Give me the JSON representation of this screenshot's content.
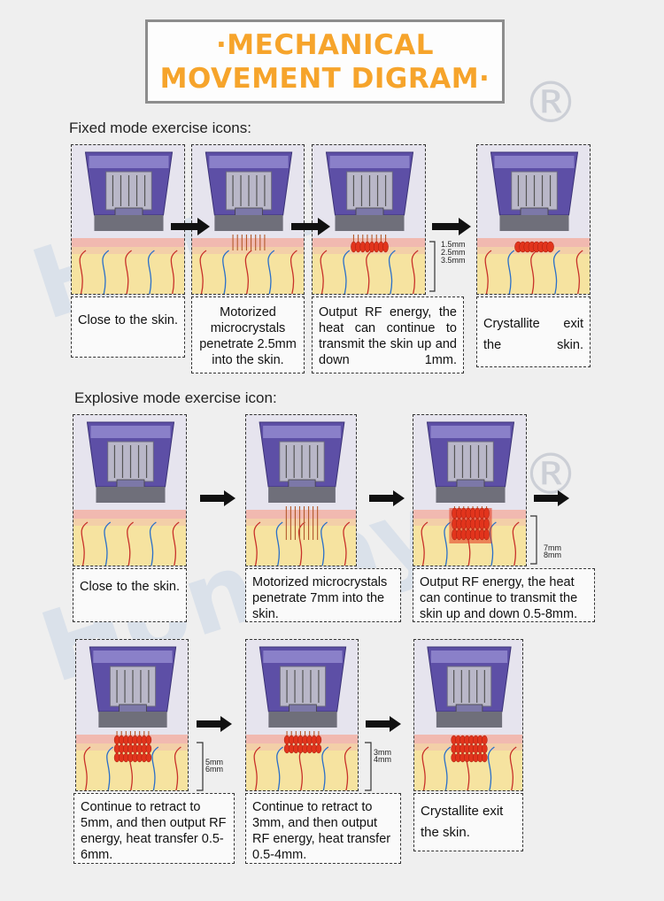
{
  "title": {
    "line1": "·MECHANICAL",
    "line2": "MOVEMENT DIGRAM·"
  },
  "fixed_mode": {
    "label": "Fixed mode exercise icons:",
    "steps": [
      {
        "caption": "Close to the skin."
      },
      {
        "caption": "Motorized microcrystals penetrate 2.5mm into the skin."
      },
      {
        "caption": "Output RF energy, the heat can continue to transmit the skin up and down 1mm."
      },
      {
        "caption": "Crystallite exit the skin."
      }
    ],
    "depth_labels": [
      "1.5mm",
      "2.5mm",
      "3.5mm"
    ]
  },
  "explosive_mode": {
    "label": "Explosive mode exercise icon:",
    "steps": [
      {
        "caption": "Close to the skin."
      },
      {
        "caption": "Motorized microcrystals penetrate 7mm into the skin."
      },
      {
        "caption": "Output RF energy, the heat can continue to transmit the skin up and down 0.5-8mm."
      },
      {
        "caption": "Continue to retract to 5mm, and then output RF energy, heat transfer 0.5-6mm."
      },
      {
        "caption": "Continue to retract to 3mm, and then output RF energy, heat transfer 0.5-4mm."
      },
      {
        "caption": "Crystallite exit the skin."
      }
    ],
    "depth_labels_step3": [
      "7mm",
      "8mm"
    ],
    "depth_labels_step4": [
      "5mm",
      "6mm"
    ],
    "depth_labels_step5": [
      "3mm",
      "4mm"
    ]
  },
  "watermark": "Honkay",
  "colors": {
    "title_orange": "#f6a42b",
    "heat_red": "#e2341c",
    "skin_pink": "#f1b9b0",
    "fat_yellow": "#f6e3a0"
  }
}
